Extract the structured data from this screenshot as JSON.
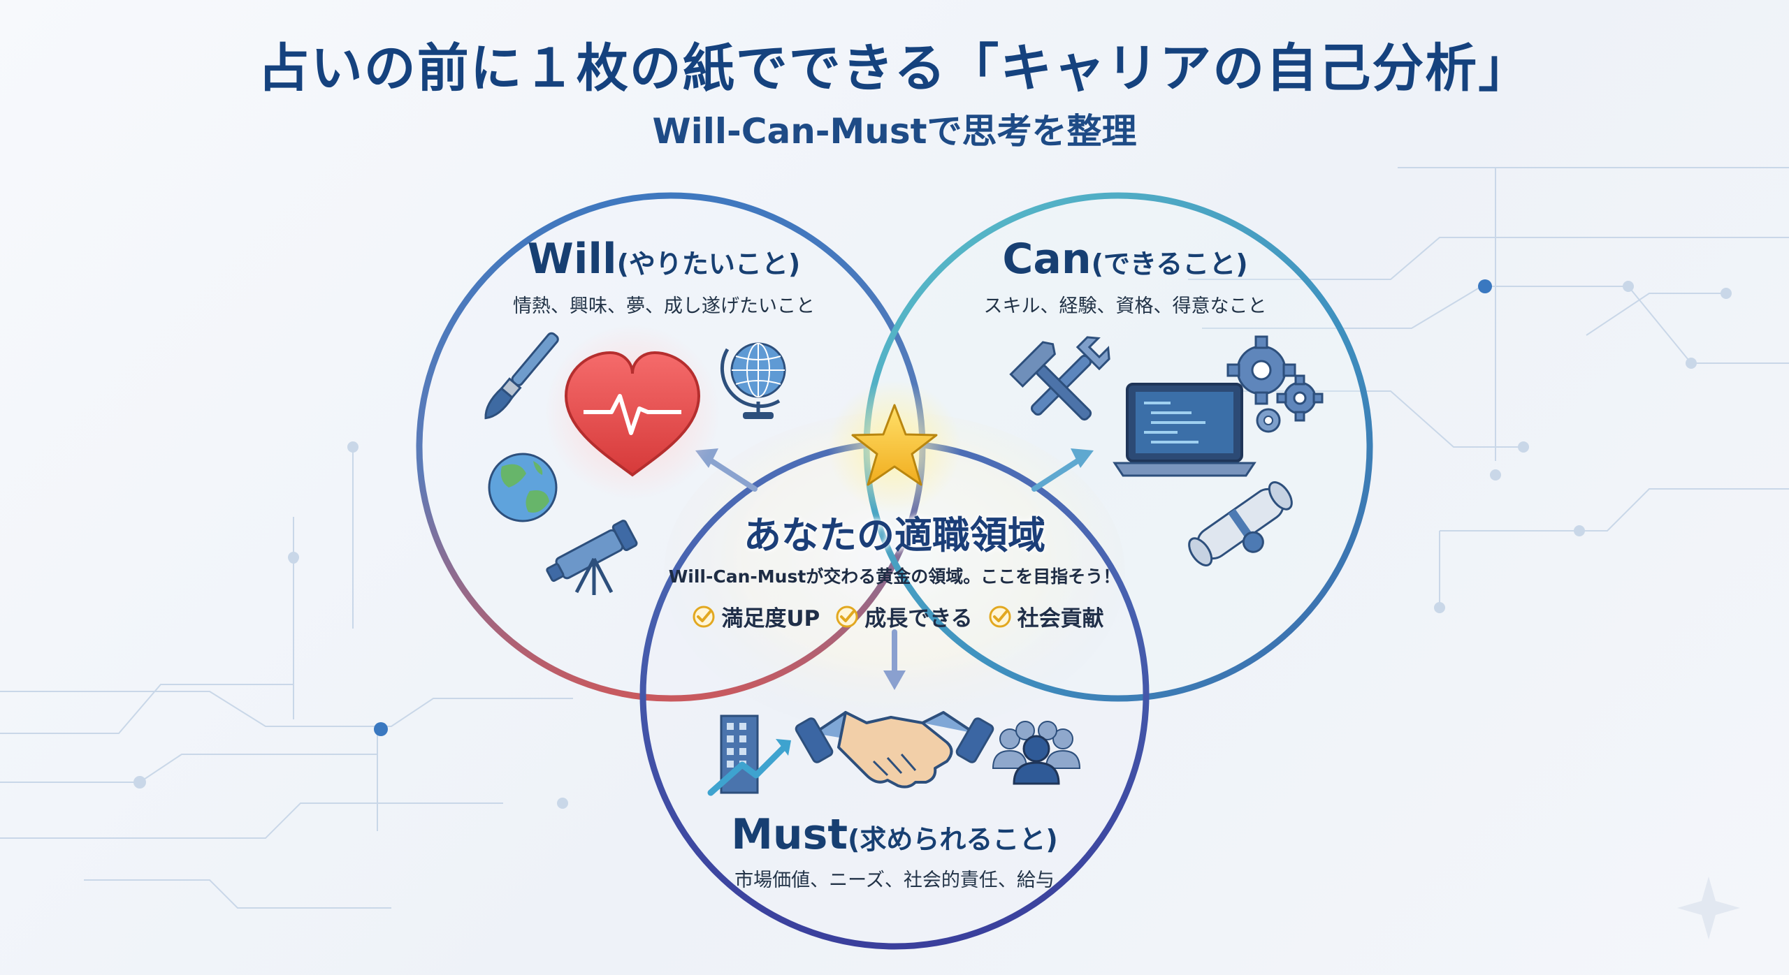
{
  "header": {
    "title": "占いの前に１枚の紙でできる「キャリアの自己分析」",
    "subtitle": "Will-Can-Mustで思考を整理"
  },
  "will": {
    "label": "Will",
    "paren": "(やりたいこと)",
    "description": "情熱、興味、夢、成し遂げたいこと",
    "icons": [
      "paintbrush-icon",
      "heart-icon",
      "globe-stand-icon",
      "earth-icon",
      "telescope-icon"
    ]
  },
  "can": {
    "label": "Can",
    "paren": "(できること)",
    "description": "スキル、経験、資格、得意なこと",
    "icons": [
      "tools-icon",
      "laptop-icon",
      "gears-icon",
      "diploma-icon"
    ]
  },
  "must": {
    "label": "Must",
    "paren": "(求められること)",
    "description": "市場価値、ニーズ、社会的責任、給与",
    "icons": [
      "growth-building-icon",
      "handshake-icon",
      "team-icon"
    ]
  },
  "center": {
    "title": "あなたの適職領域",
    "subtitle": "Will-Can-Mustが交わる黄金の領域。ここを目指そう！",
    "checks": [
      "満足度UP",
      "成長できる",
      "社会貢献"
    ],
    "icon": "star-icon"
  },
  "colors": {
    "title": "#15427e",
    "will_ring_top": "#3f78bf",
    "will_ring_bottom": "#c9595e",
    "can_ring": "#4aa6c2",
    "must_ring": "#3a4fa2",
    "star": "#f6c02c",
    "heart": "#e54b4b",
    "check": "#e2a820"
  }
}
